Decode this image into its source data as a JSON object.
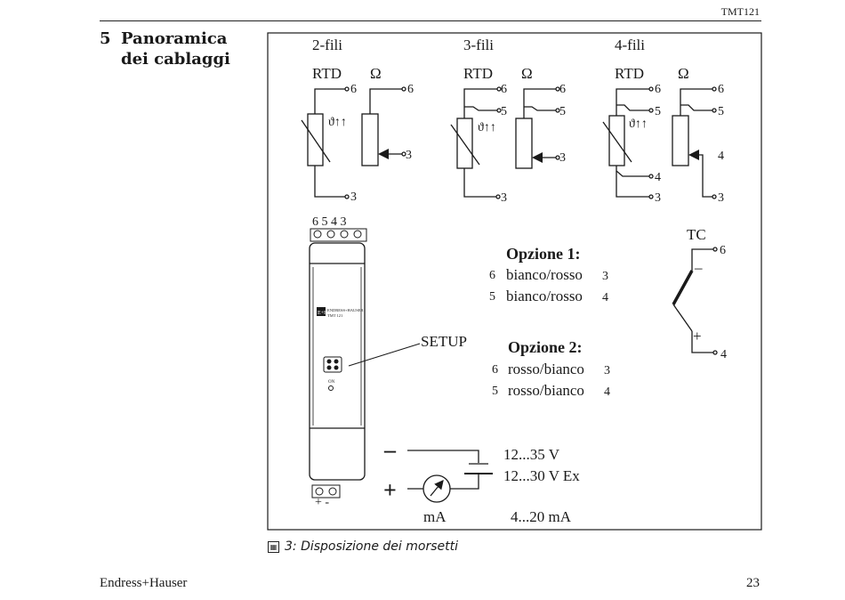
{
  "header": {
    "code": "TMT121"
  },
  "section": {
    "number": "5",
    "title_line1": "Panoramica",
    "title_line2": "dei cablaggi"
  },
  "figure": {
    "wiring": [
      {
        "title": "2-fili",
        "rtd": "RTD",
        "ohm": "Ω"
      },
      {
        "title": "3-fili",
        "rtd": "RTD",
        "ohm": "Ω"
      },
      {
        "title": "4-fili",
        "rtd": "RTD",
        "ohm": "Ω"
      }
    ],
    "terminal_numbers": {
      "t6": "6",
      "t5": "5",
      "t4": "4",
      "t3": "3"
    },
    "device": {
      "top_terminals": "6 5 4 3",
      "brand_line1": "ENDRESS+HAUSER",
      "brand_line2": "TMT 121",
      "logo": "E+H",
      "on_label": "ON",
      "setup_label": "SETUP",
      "bottom_terminals": "+  -"
    },
    "option1": {
      "title": "Opzione 1:",
      "rows": [
        {
          "left": "6",
          "text": "bianco/rosso",
          "right": "3"
        },
        {
          "left": "5",
          "text": "bianco/rosso",
          "right": "4"
        }
      ]
    },
    "option2": {
      "title": "Opzione 2:",
      "rows": [
        {
          "left": "6",
          "text": "rosso/bianco",
          "right": "3"
        },
        {
          "left": "5",
          "text": "rosso/bianco",
          "right": "4"
        }
      ]
    },
    "tc": {
      "label": "TC",
      "minus": "–",
      "plus": "+",
      "t6": "6",
      "t4": "4"
    },
    "supply": {
      "minus": "–",
      "plus": "+",
      "meter": "mA",
      "v1": "12...35 V",
      "v2": "12...30 V Ex",
      "current": "4...20 mA"
    }
  },
  "caption": {
    "text": "3: Disposizione dei morsetti"
  },
  "footer": {
    "left": "Endress+Hauser",
    "right": "23"
  }
}
